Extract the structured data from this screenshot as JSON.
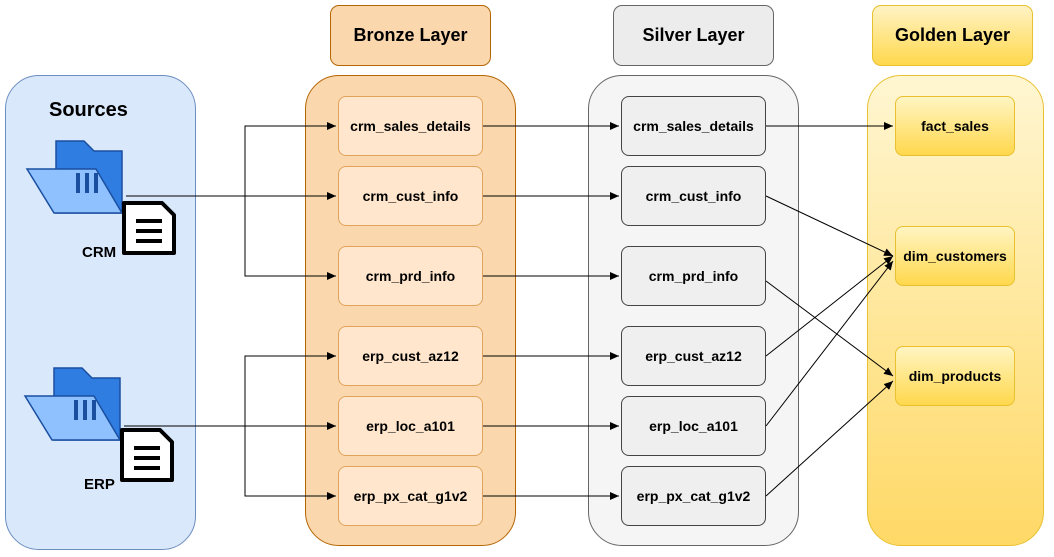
{
  "sources": {
    "title": "Sources",
    "crm_label": "CRM",
    "erp_label": "ERP",
    "crm_icon": "folder-with-document-icon",
    "erp_icon": "folder-with-document-icon"
  },
  "bronze": {
    "title": "Bronze Layer",
    "items": [
      "crm_sales_details",
      "crm_cust_info",
      "crm_prd_info",
      "erp_cust_az12",
      "erp_loc_a101",
      "erp_px_cat_g1v2"
    ]
  },
  "silver": {
    "title": "Silver Layer",
    "items": [
      "crm_sales_details",
      "crm_cust_info",
      "crm_prd_info",
      "erp_cust_az12",
      "erp_loc_a101",
      "erp_px_cat_g1v2"
    ]
  },
  "golden": {
    "title": "Golden Layer",
    "items": [
      "fact_sales",
      "dim_customers",
      "dim_products"
    ]
  },
  "colors": {
    "sources_bg": "#dae8fc",
    "sources_border": "#6c8ebf",
    "bronze_bg": "#fad7ac",
    "bronze_border": "#b46504",
    "silver_bg": "#f5f5f5",
    "silver_border": "#666666",
    "golden_bg": "#ffe599"
  }
}
